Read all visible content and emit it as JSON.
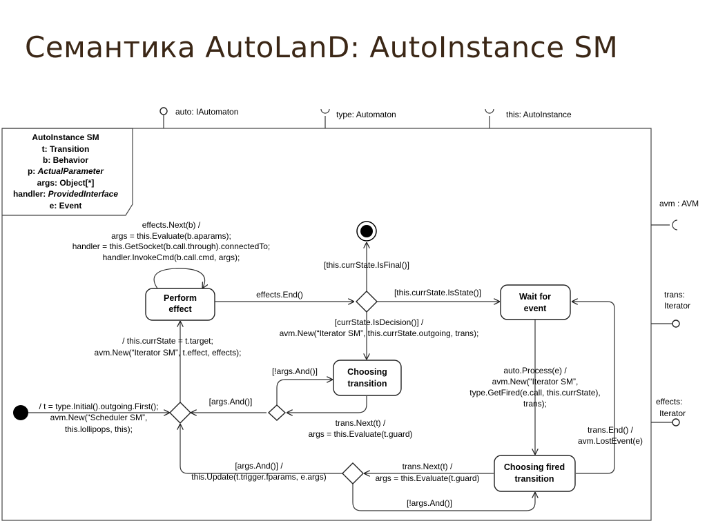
{
  "slide": {
    "title": "Семантика AutoLanD: AutoInstance SM"
  },
  "ports": {
    "auto": "auto: IAutomaton",
    "type": "type: Automaton",
    "this": "this: AutoInstance",
    "avm": "avm : AVM",
    "trans_1": "trans:",
    "trans_2": "Iterator",
    "effects_1": "effects:",
    "effects_2": "Iterator"
  },
  "header_box": {
    "lines": [
      {
        "label": "AutoInstance SM",
        "type": ""
      },
      {
        "label": "t: Transition",
        "type": ""
      },
      {
        "label": "b: Behavior",
        "type": ""
      },
      {
        "label": "p: ",
        "type": "ActualParameter"
      },
      {
        "label": "args: Object[*]",
        "type": ""
      },
      {
        "label": "handler: ",
        "type": "ProvidedInterface"
      },
      {
        "label": "e: Event",
        "type": ""
      }
    ]
  },
  "states": {
    "perform_effect": [
      "Perform",
      "effect"
    ],
    "wait_for_event": [
      "Wait for",
      "event"
    ],
    "choosing_transition": [
      "Choosing",
      "transition"
    ],
    "choosing_fired": [
      "Choosing fired",
      "transition"
    ]
  },
  "labels": {
    "effects_next": [
      "effects.Next(b) /",
      "args = this.Evaluate(b.aparams);",
      "handler = this.GetSocket(b.call.through).connectedTo;",
      "handler.InvokeCmd(b.call.cmd, args);"
    ],
    "effects_end": "effects.End()",
    "is_final": "[this.currState.IsFinal()]",
    "is_state": "[this.currState.IsState()]",
    "is_decision": [
      "[currState.IsDecision()] /",
      "avm.New(“Iterator SM”, this.currState.outgoing, trans);"
    ],
    "curr_state_target": [
      "/ this.currState = t.target;",
      "avm.New(“Iterator SM”, t.effect, effects);"
    ],
    "not_args_and_1": "[!args.And()]",
    "args_and": "[args.And()]",
    "initial": [
      "/ t = type.Initial().outgoing.First();",
      "avm.New(“Scheduler SM”,",
      "this.lollipops, this);"
    ],
    "trans_next_1": [
      "trans.Next(t) /",
      "args = this.Evaluate(t.guard)"
    ],
    "auto_process": [
      "auto.Process(e) /",
      "avm.New(“Iterator SM”,",
      "type.GetFired(e.call, this.currState),",
      "trans);"
    ],
    "trans_end": [
      "trans.End() /",
      "avm.LostEvent(e)"
    ],
    "trans_next_2": [
      "trans.Next(t) /",
      "args = this.Evaluate(t.guard)"
    ],
    "args_and_update": [
      "[args.And()] /",
      "this.Update(t.trigger.fparams, e.args)"
    ],
    "not_args_and_2": "[!args.And()]"
  }
}
